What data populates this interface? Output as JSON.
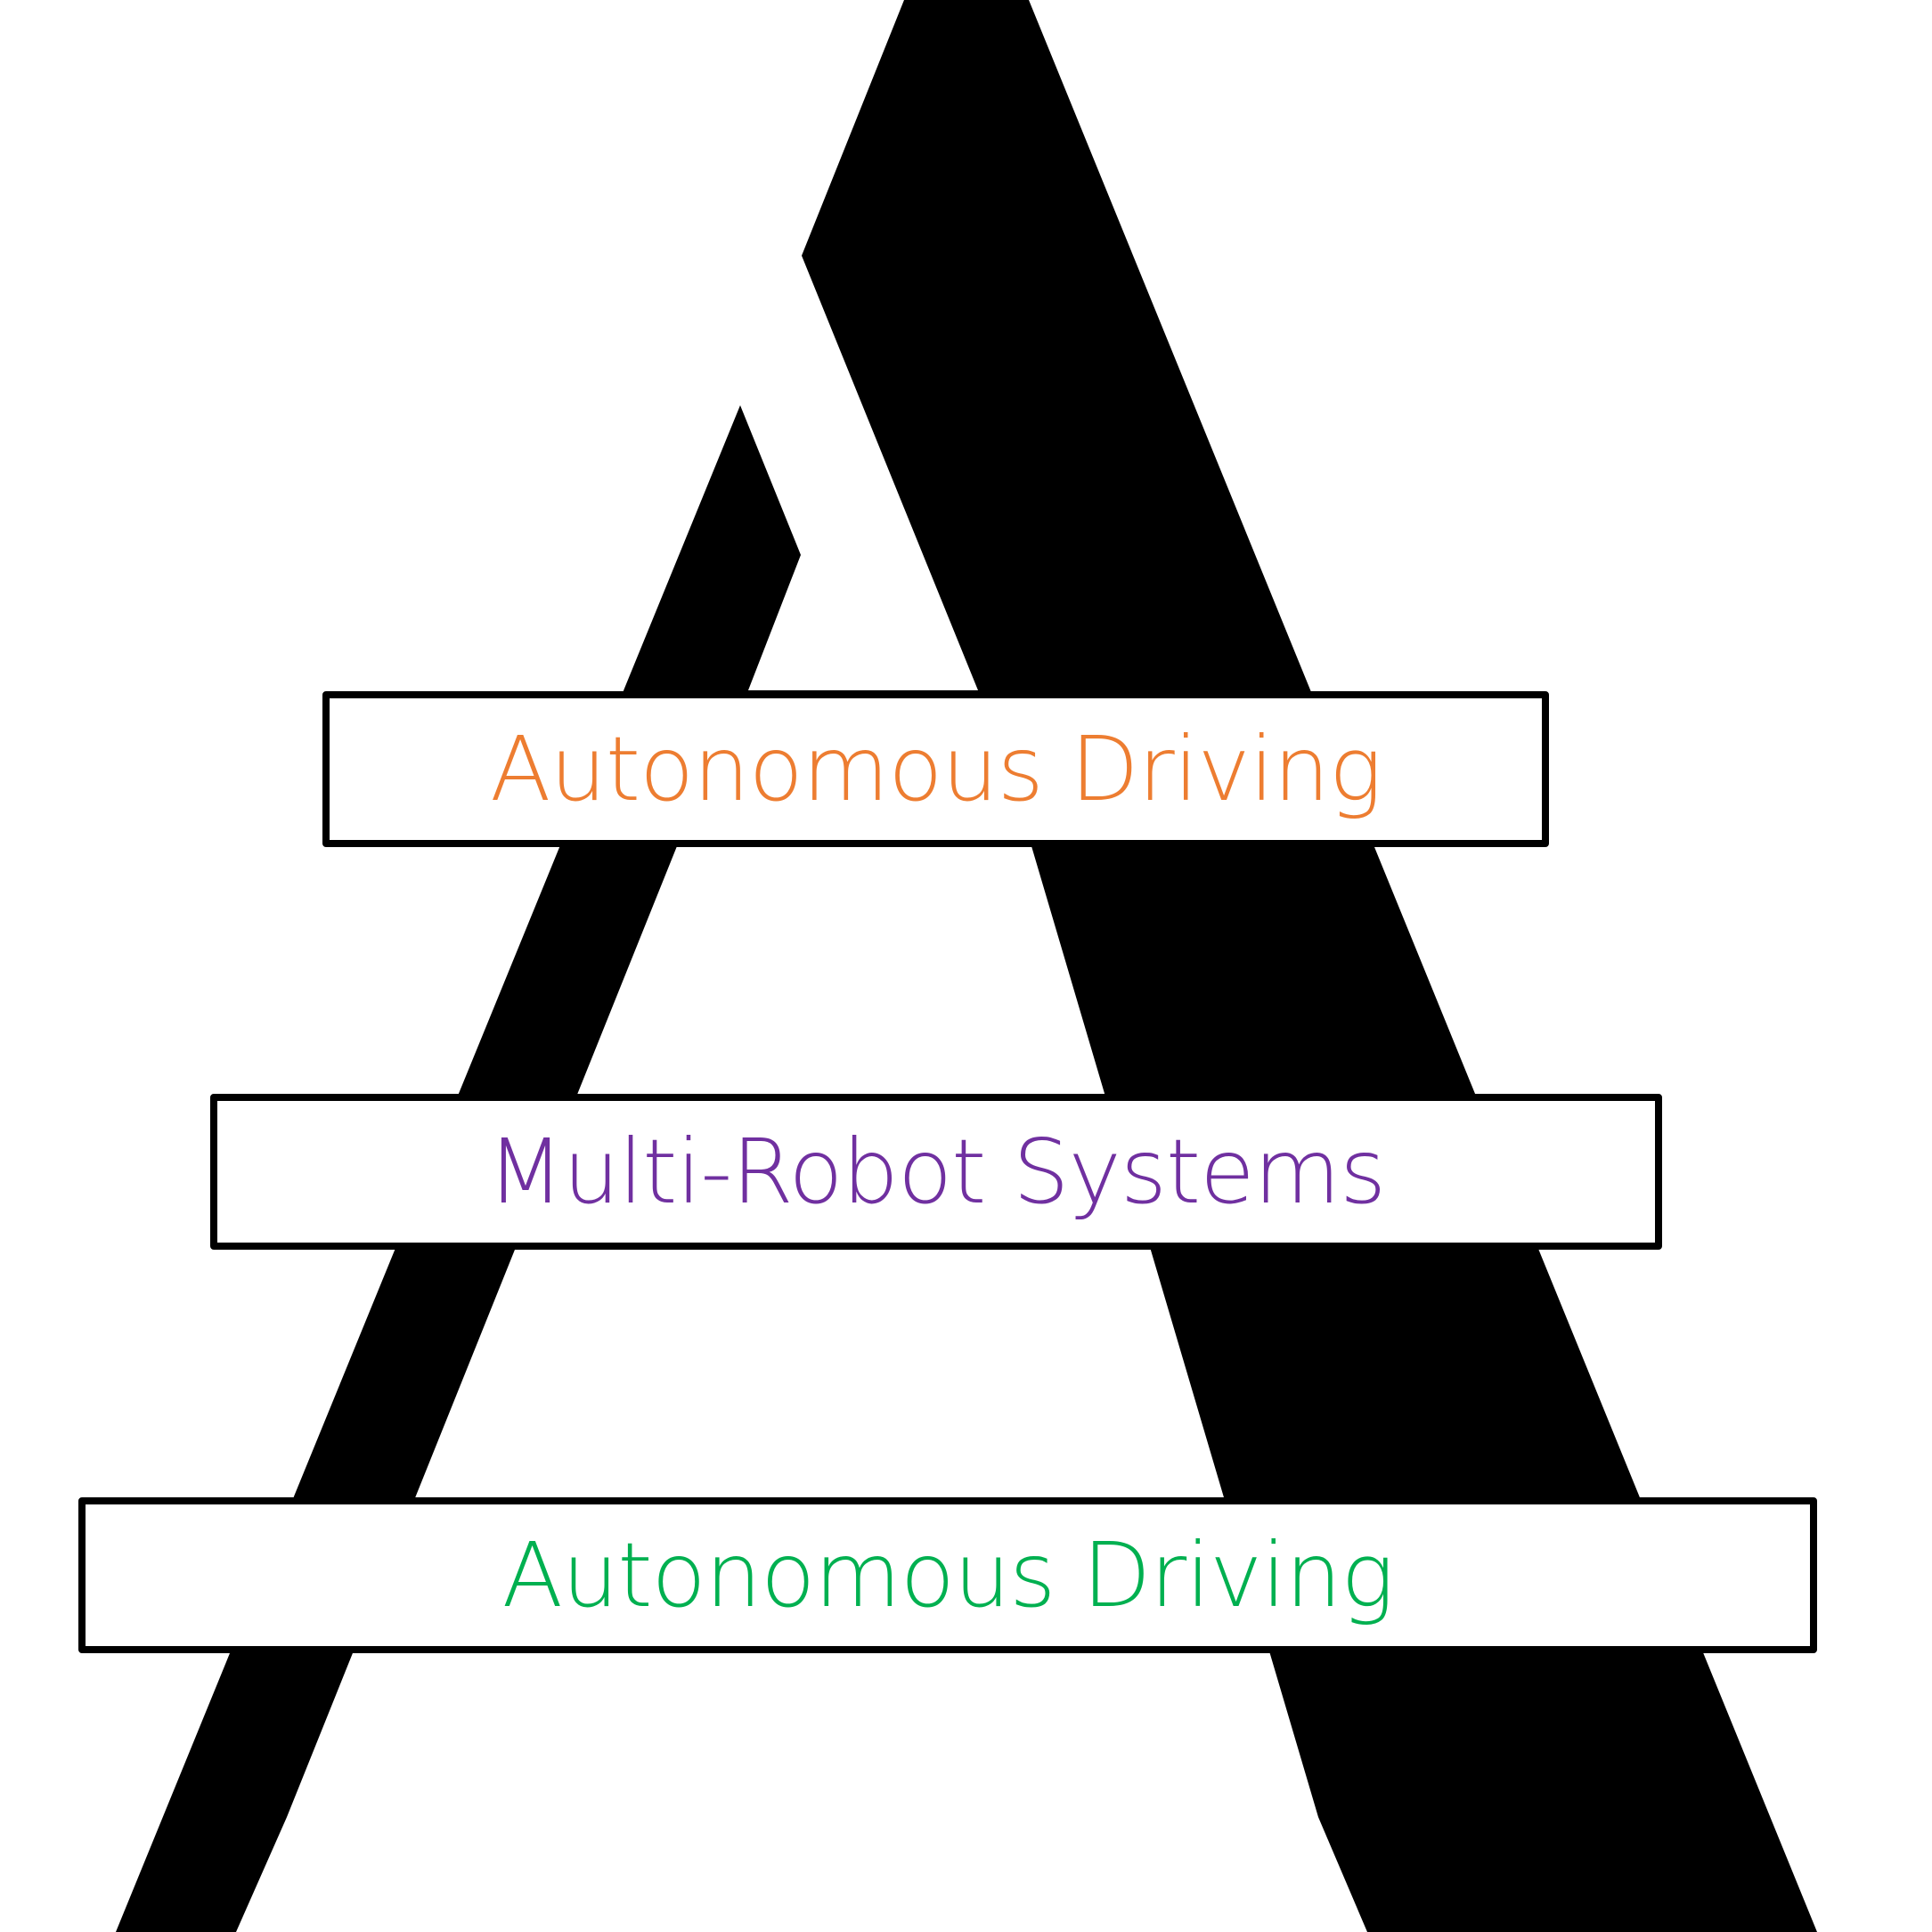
{
  "diagram": {
    "levels": [
      {
        "label": "Autonomous Driving",
        "color": "#ED7D31"
      },
      {
        "label": "Multi-Robot Systems",
        "color": "#7030A0"
      },
      {
        "label": "Autonomous Driving",
        "color": "#00B050"
      }
    ],
    "logo_color": "#000000",
    "background": "#ffffff"
  }
}
